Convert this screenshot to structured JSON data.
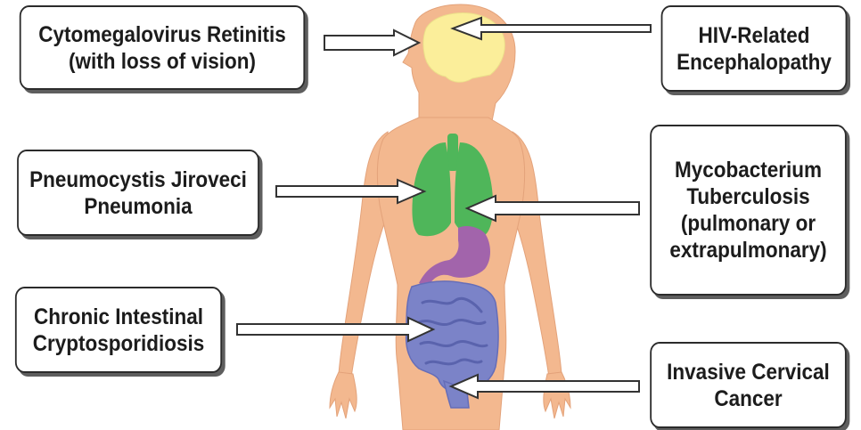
{
  "labels": {
    "cmv": [
      "Cytomegalovirus Retinitis",
      "(with loss of vision)"
    ],
    "pcp": [
      "Pneumocystis Jiroveci",
      "Pneumonia"
    ],
    "crypto": [
      "Chronic Intestinal",
      "Cryptosporidiosis"
    ],
    "hiv": [
      "HIV-Related",
      "Encephalopathy"
    ],
    "tb": [
      "Mycobacterium",
      "Tuberculosis",
      "(pulmonary or",
      "extrapulmonary)"
    ],
    "cervical": [
      "Invasive Cervical",
      "Cancer"
    ]
  },
  "colors": {
    "skin": "#f3b88f",
    "brain": "#fbee9a",
    "lungs": "#4fb65a",
    "stomach": "#a264ab",
    "intestine": "#7b83c8",
    "arrow_outline": "#333333",
    "arrow_fill": "#ffffff"
  }
}
